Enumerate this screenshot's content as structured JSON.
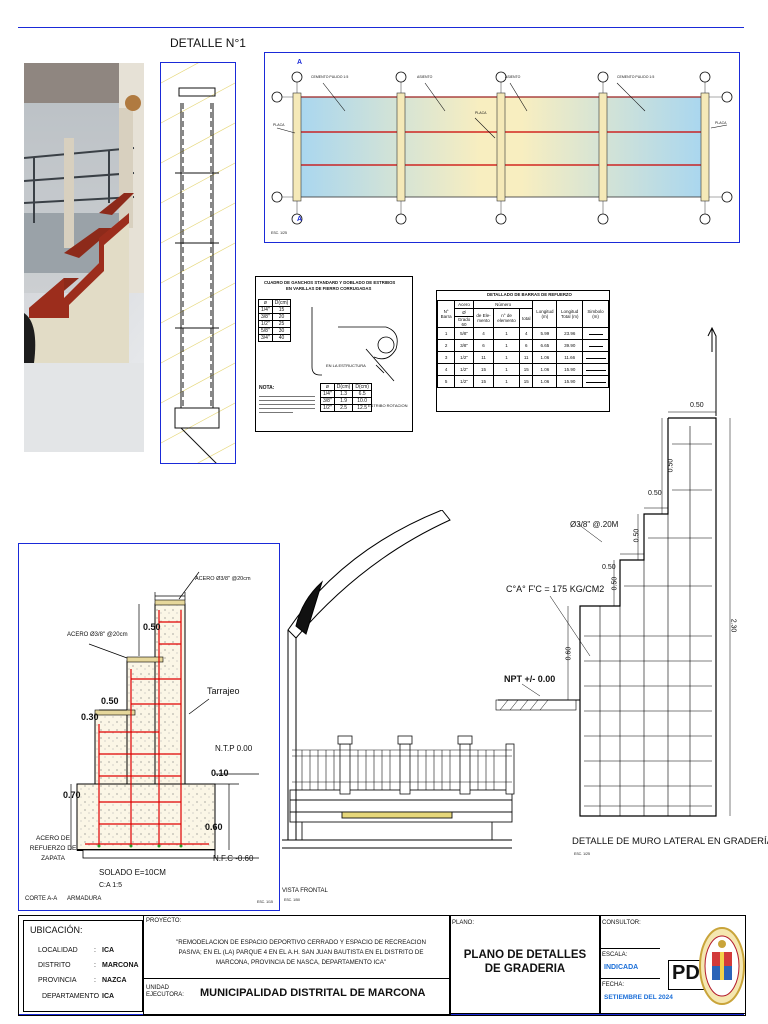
{
  "detalle1": {
    "title": "DETALLE N°1"
  },
  "plan": {
    "markA": "A",
    "labels_top": [
      "CEMENTO PULIDO 1:5",
      "ASIENTO",
      "ASIENTO",
      "CEMENTO PULIDO 1:5"
    ],
    "label_placa": "PLACA",
    "scale": "ESC. 1/25"
  },
  "bend_table": {
    "title1": "CUADRO DE GANCHOS STANDARD Y DOBLADO DE ESTRIBOS",
    "title2": "EN VARILLAS DE FIERRO CORRUGADAS",
    "head": [
      "ø",
      "D(cm)"
    ],
    "rows": [
      [
        "1/4\"",
        "15"
      ],
      [
        "3/8\"",
        "20"
      ],
      [
        "1/2\"",
        "25"
      ],
      [
        "5/8\"",
        "30"
      ],
      [
        "3/4\"",
        "40"
      ]
    ],
    "nota": "NOTA:",
    "head2": [
      "ø",
      "D(cm)",
      "D(cm)"
    ],
    "rows2": [
      [
        "1/4\"",
        "1.3",
        "6.5"
      ],
      [
        "3/8\"",
        "1.9",
        "10.0"
      ],
      [
        "1/2\"",
        "2.5",
        "12.5"
      ]
    ],
    "lbl_estructura": "EN LA ESTRUCTURA",
    "lbl_estribo": "ESTRIBO ROTACION"
  },
  "steel_table": {
    "title": "DETALLADO DE BARRAS DE REFUERZO",
    "h_nbarra": "N° Barra",
    "h_acero": "Acero",
    "h_numero": "Número",
    "h_grado": "Grado 60",
    "h_ejes": "Ø",
    "h_ele": "de Ele-mento",
    "h_nelem": "n° de elemento",
    "h_total": "total",
    "h_long": "Longitud (m)",
    "h_longt": "Longitud Total (m)",
    "h_sim": "Simbolo (m)",
    "rows": [
      [
        "1",
        "5/8\"",
        "4",
        "1",
        "4",
        "5.99",
        "23.96"
      ],
      [
        "2",
        "3/8\"",
        "6",
        "1",
        "6",
        "6.65",
        "39.90"
      ],
      [
        "3",
        "1/2\"",
        "11",
        "1",
        "11",
        "1.06",
        "11.66"
      ],
      [
        "4",
        "1/2\"",
        "15",
        "1",
        "15",
        "1.06",
        "15.90"
      ],
      [
        "5",
        "1/2\"",
        "15",
        "1",
        "15",
        "1.06",
        "15.90"
      ]
    ]
  },
  "corte": {
    "acero_top": "ACERO Ø3/8\" @20cm",
    "acero_left": "ACERO Ø3/8\" @20cm",
    "d050a": "0.50",
    "d050b": "0.50",
    "d030": "0.30",
    "tarrajeo": "Tarrajeo",
    "ntp": "N.T.P 0.00",
    "d010": "0.10",
    "d070": "0.70",
    "d060": "0.60",
    "acero_zap": "ACERO DE REFUERZO DE ZAPATA",
    "nfc": "N.F.C -0.60",
    "solado": "SOLADO E=10CM",
    "ca": "C:A 1:5",
    "corte": "CORTE A-A",
    "armadura": "ARMADURA",
    "esc": "ESC. 1/15"
  },
  "frontal": {
    "title": "VISTA FRONTAL",
    "esc": "ESC. 1/50"
  },
  "muro": {
    "d050_1": "0.50",
    "d050_2": "0.50",
    "d050_3": "0.50",
    "d050_4": "0.50",
    "d050_5": "0.50",
    "d050_6": "0.50",
    "ref": "Ø3/8\" @.20M",
    "concrete": "C°A° F'C = 175 KG/CM2",
    "npt": "NPT +/- 0.00",
    "d060": "0.60",
    "d230": "2.30",
    "title": "DETALLE DE MURO LATERAL EN GRADERÍA",
    "esc": "ESC. 1/25"
  },
  "titleblock": {
    "ubicacion": "UBICACIÓN:",
    "loc_k": "LOCALIDAD",
    "loc_v": "ICA",
    "dis_k": "DISTRITO",
    "dis_v": "MARCONA",
    "pro_k": "PROVINCIA",
    "pro_v": "NAZCA",
    "dep_k": "DEPARTAMENTO",
    "dep_v": "ICA",
    "colon": ":",
    "proyecto_k": "PROYECTO:",
    "proyecto_v": "\"REMODELACION DE ESPACIO DEPORTIVO CERRADO Y ESPACIO DE RECREACION PASIVA; EN EL (LA) PARQUE 4 EN EL A.H. SAN JUAN BAUTISTA EN EL DISTRITO DE MARCONA, PROVINCIA DE NASCA, DEPARTAMENTO ICA\"",
    "unidad_k": "UNIDAD EJECUTORA:",
    "unidad_v": "MUNICIPALIDAD DISTRITAL DE MARCONA",
    "plano_k": "PLANO:",
    "plano_v": "PLANO DE DETALLES DE GRADERIA",
    "consultor_k": "CONSULTOR:",
    "escala_k": "ESCALA:",
    "escala_v": "INDICADA",
    "fecha_k": "FECHA:",
    "fecha_v": "SETIEMBRE DEL 2024",
    "code": "PDG"
  },
  "colors": {
    "frame": "#1a2ad8",
    "rebar": "#e00000",
    "dim": "#000000"
  }
}
